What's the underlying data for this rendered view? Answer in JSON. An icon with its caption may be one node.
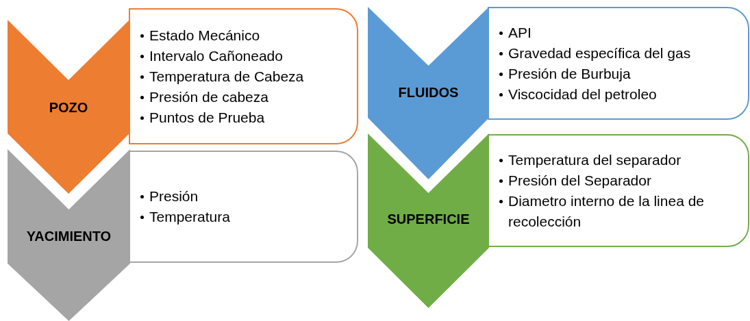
{
  "diagram": {
    "nodes": [
      {
        "text": [
          "POZO"
        ]
      },
      {
        "text": [
          "Estado Mecánico",
          "Intervalo Cañoneado",
          "Temperatura de Cabeza",
          "Presión de cabeza",
          "Puntos de Prueba"
        ]
      },
      {
        "text": [
          "YACIMIENTO"
        ]
      },
      {
        "text": [
          "Presión",
          "Temperatura"
        ]
      },
      {
        "text": [
          "FLUIDOS"
        ]
      },
      {
        "text": [
          "API",
          "Gravedad específica del gas",
          "Presión de Burbuja",
          "Viscocidad del petroleo"
        ]
      },
      {
        "text": [
          "SUPERFICIE"
        ]
      },
      {
        "text": [
          "Temperatura del separador",
          "Presión del Separador",
          "Diametro interno de la linea de recolección"
        ]
      }
    ],
    "edges": []
  }
}
